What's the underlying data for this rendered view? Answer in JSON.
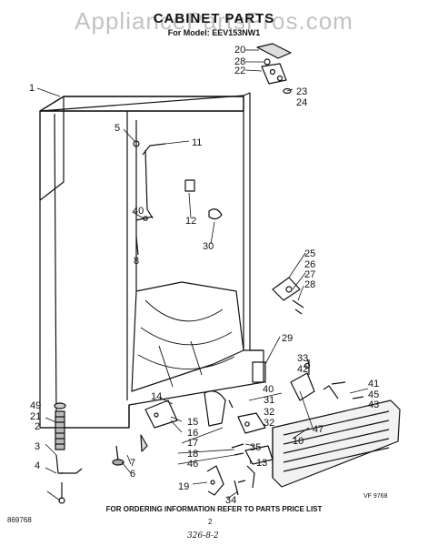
{
  "header": {
    "title": "CABINET PARTS",
    "model": "For Model: EEV153NW1",
    "watermark": "AppliancePartsPros.com"
  },
  "callouts": [
    "1",
    "5",
    "11",
    "20",
    "28",
    "22",
    "23",
    "24",
    "40",
    "8",
    "12",
    "30",
    "25",
    "26",
    "27",
    "28",
    "29",
    "33",
    "42",
    "41",
    "45",
    "43",
    "14",
    "40",
    "31",
    "32",
    "32",
    "15",
    "16",
    "17",
    "18",
    "46",
    "49",
    "21",
    "2",
    "3",
    "4",
    "7",
    "6",
    "35",
    "13",
    "19",
    "34",
    "47",
    "10"
  ],
  "footer": {
    "ordering_note": "FOR ORDERING INFORMATION REFER TO PARTS PRICE LIST",
    "page_number": "2",
    "code_left": "869768",
    "code_right": "VF 9768",
    "handwritten": "326-8-2"
  }
}
